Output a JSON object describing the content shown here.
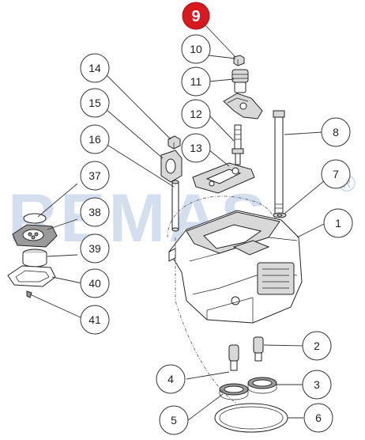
{
  "watermark": {
    "text": "REMAS",
    "registered": "®"
  },
  "highlight": {
    "label": "9",
    "color": "#d71920"
  },
  "callouts": [
    {
      "id": "c10",
      "label": "10"
    },
    {
      "id": "c11",
      "label": "11"
    },
    {
      "id": "c12",
      "label": "12"
    },
    {
      "id": "c13",
      "label": "13"
    },
    {
      "id": "c14",
      "label": "14"
    },
    {
      "id": "c15",
      "label": "15"
    },
    {
      "id": "c16",
      "label": "16"
    },
    {
      "id": "c37",
      "label": "37"
    },
    {
      "id": "c38",
      "label": "38"
    },
    {
      "id": "c39",
      "label": "39"
    },
    {
      "id": "c40",
      "label": "40"
    },
    {
      "id": "c41",
      "label": "41"
    },
    {
      "id": "c8",
      "label": "8"
    },
    {
      "id": "c7",
      "label": "7"
    },
    {
      "id": "c1",
      "label": "1"
    },
    {
      "id": "c2",
      "label": "2"
    },
    {
      "id": "c3",
      "label": "3"
    },
    {
      "id": "c4",
      "label": "4"
    },
    {
      "id": "c5",
      "label": "5"
    },
    {
      "id": "c6",
      "label": "6"
    }
  ]
}
